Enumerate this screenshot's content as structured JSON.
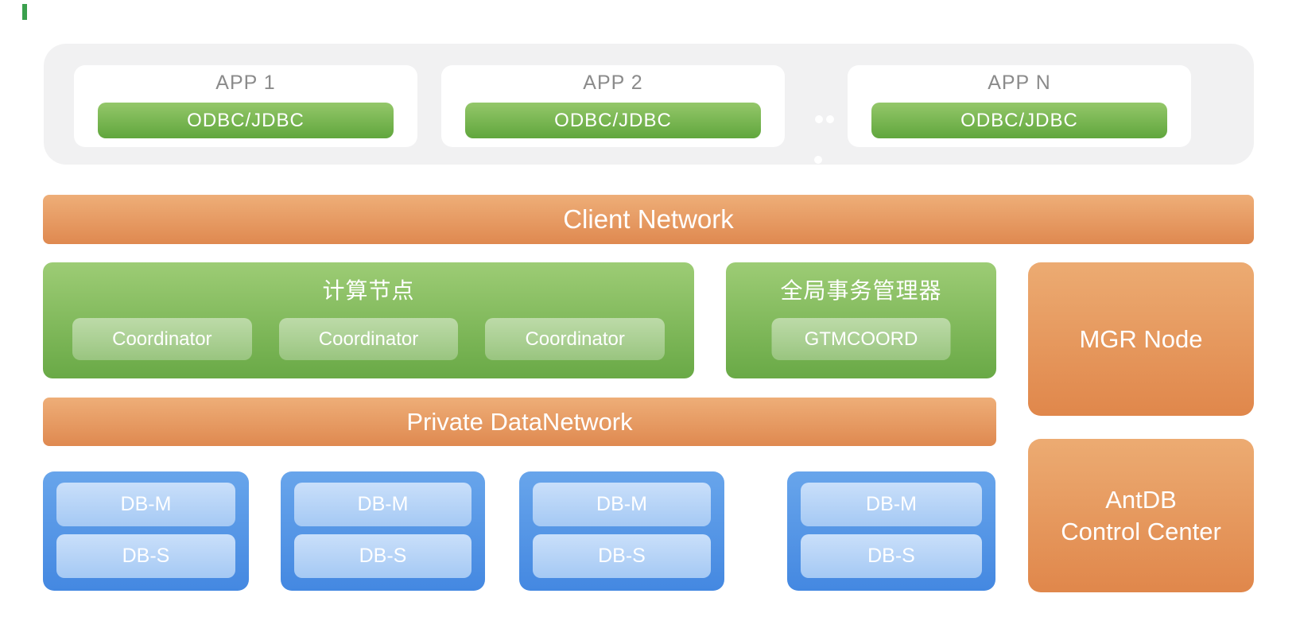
{
  "app_layer": {
    "items": [
      {
        "title": "APP 1",
        "connector": "ODBC/JDBC"
      },
      {
        "title": "APP 2",
        "connector": "ODBC/JDBC"
      },
      {
        "title": "APP N",
        "connector": "ODBC/JDBC"
      }
    ]
  },
  "client_network": {
    "label": "Client Network"
  },
  "compute_node": {
    "title": "计算节点",
    "coordinators": [
      "Coordinator",
      "Coordinator",
      "Coordinator"
    ]
  },
  "gtm": {
    "title": "全局事务管理器",
    "button_label": "GTMCOORD"
  },
  "mgr_node": {
    "label": "MGR Node"
  },
  "private_network": {
    "label": "Private DataNetwork"
  },
  "db_shards": [
    {
      "master": "DB-M",
      "standby": "DB-S"
    },
    {
      "master": "DB-M",
      "standby": "DB-S"
    },
    {
      "master": "DB-M",
      "standby": "DB-S"
    },
    {
      "master": "DB-M",
      "standby": "DB-S"
    }
  ],
  "control_center": {
    "line1": "AntDB",
    "line2": "Control Center"
  },
  "colors": {
    "panel_gray": "#f1f1f2",
    "app_title_gray": "#8b8b8b",
    "orange_top": "#eeae78",
    "orange_bottom": "#df8950",
    "green_top": "#9dcc75",
    "green_bottom": "#69a946",
    "button_green_top": "#94c76a",
    "button_green_bottom": "#60a63d",
    "blue_top": "#68a5eb",
    "blue_bottom": "#4488e1",
    "blue_inner_top": "#c9dffa",
    "blue_inner_bottom": "#a5c9f4",
    "text_white": "#ffffff"
  }
}
